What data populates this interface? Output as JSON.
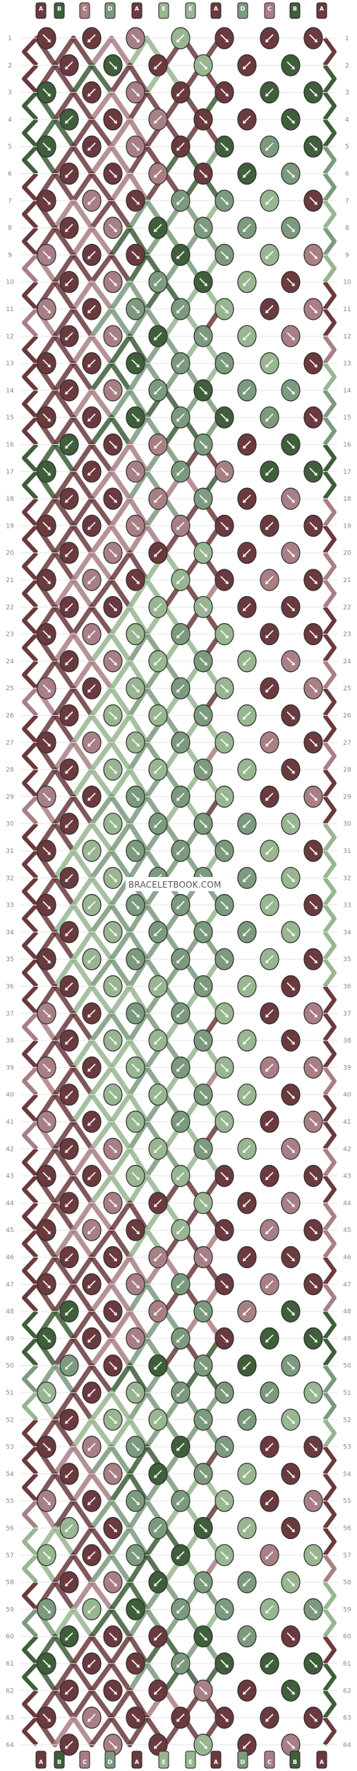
{
  "watermark": "BRACELETBOOK.COM",
  "strand_labels_top": [
    "A",
    "B",
    "C",
    "D",
    "A",
    "E",
    "E",
    "A",
    "D",
    "C",
    "B",
    "A"
  ],
  "strand_labels_bottom": [
    "A",
    "B",
    "C",
    "D",
    "A",
    "E",
    "E",
    "A",
    "D",
    "C",
    "B",
    "A"
  ],
  "colors": {
    "A": "#6b3a3e",
    "B": "#3f5e3a",
    "C": "#a97f86",
    "D": "#7c9a7d",
    "E": "#98b691"
  },
  "rows": [
    "1",
    "2",
    "3",
    "4",
    "5",
    "6",
    "7",
    "8",
    "9",
    "10",
    "11",
    "12",
    "13",
    "14",
    "15",
    "16",
    "17",
    "18",
    "19",
    "20",
    "21",
    "22",
    "23",
    "24",
    "25",
    "26",
    "27",
    "28",
    "29",
    "30",
    "31",
    "32",
    "33",
    "34",
    "35",
    "36",
    "37",
    "38",
    "39",
    "40",
    "41",
    "42",
    "43",
    "44",
    "45",
    "46",
    "47",
    "48",
    "49",
    "50",
    "51",
    "52",
    "53",
    "54",
    "55",
    "56",
    "57",
    "58",
    "59",
    "60",
    "61",
    "62",
    "63",
    "64"
  ],
  "knot_rows": [
    "AACEA",
    "ABAEAB",
    "BACAAB",
    "BACAAB",
    "BACABD",
    "AACABD",
    "ACADDE",
    "ACBDDD",
    "CAABDE",
    "ACDBEA",
    "CADDEA",
    "ACBDEC",
    "AABDDE",
    "ACDBDD",
    "AABDBD",
    "BACDAB",
    "BACDCB",
    "AACDAC",
    "AACCAA",
    "ACAEAC",
    "ACAEAC",
    "AAEEAA",
    "ACEDEA",
    "ACEDEC",
    "CAEDEA",
    "AEEDEA",
    "ACEDEC",
    "AEEDEA",
    "CADDEA",
    "AEDDDE",
    "AEDDDE",
    "AEDDDE",
    "AEDDDE",
    "AEDDDE",
    "AEDDDE",
    "AEEDEA",
    "CADDEA",
    "AEEDEA",
    "CAEDEC",
    "AEEDEA",
    "CAEDEA",
    "ACEDEC",
    "AAEEAA",
    "ACAEAC",
    "ACAEAC",
    "AACCAA",
    "AACDAC",
    "BACDCB",
    "BACDAB",
    "DABDBD",
    "EAEDDD",
    "AEEDDE",
    "ACDBDA",
    "ACBDEA",
    "CADDEA",
    "EADBEA",
    "EADBEC",
    "ACBDDE",
    "DEBDDE",
    "BAABDA",
    "BAADBB",
    "AAACAB",
    "ACAAAA",
    "ACAEAC"
  ]
}
